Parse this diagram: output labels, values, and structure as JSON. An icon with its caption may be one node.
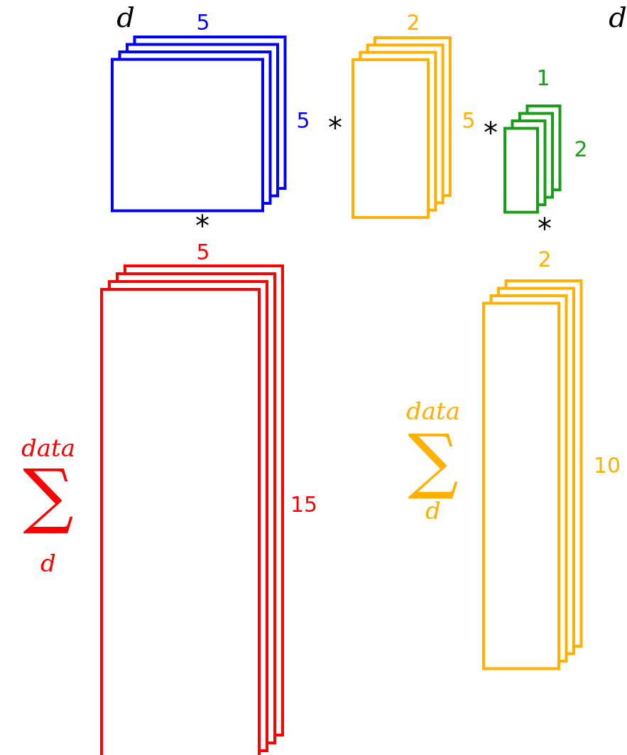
{
  "diagram": {
    "nodes": [
      {
        "text": [],
        "shape": "box",
        "beside": [
          "5",
          "5"
        ]
      },
      {
        "text": [],
        "shape": "box",
        "beside": [
          "2",
          "5"
        ]
      },
      {
        "text": [],
        "shape": "box",
        "beside": [
          "1",
          "2"
        ]
      },
      {
        "text": [],
        "shape": "box",
        "beside": [
          "5",
          "15"
        ]
      },
      {
        "text": [],
        "shape": "box",
        "beside": [
          "2",
          "10"
        ]
      }
    ],
    "edges": [],
    "labels": [
      "d",
      "d",
      "*",
      "*",
      "*",
      "*",
      "data",
      "∑",
      "d",
      "data",
      "∑",
      "d"
    ]
  }
}
